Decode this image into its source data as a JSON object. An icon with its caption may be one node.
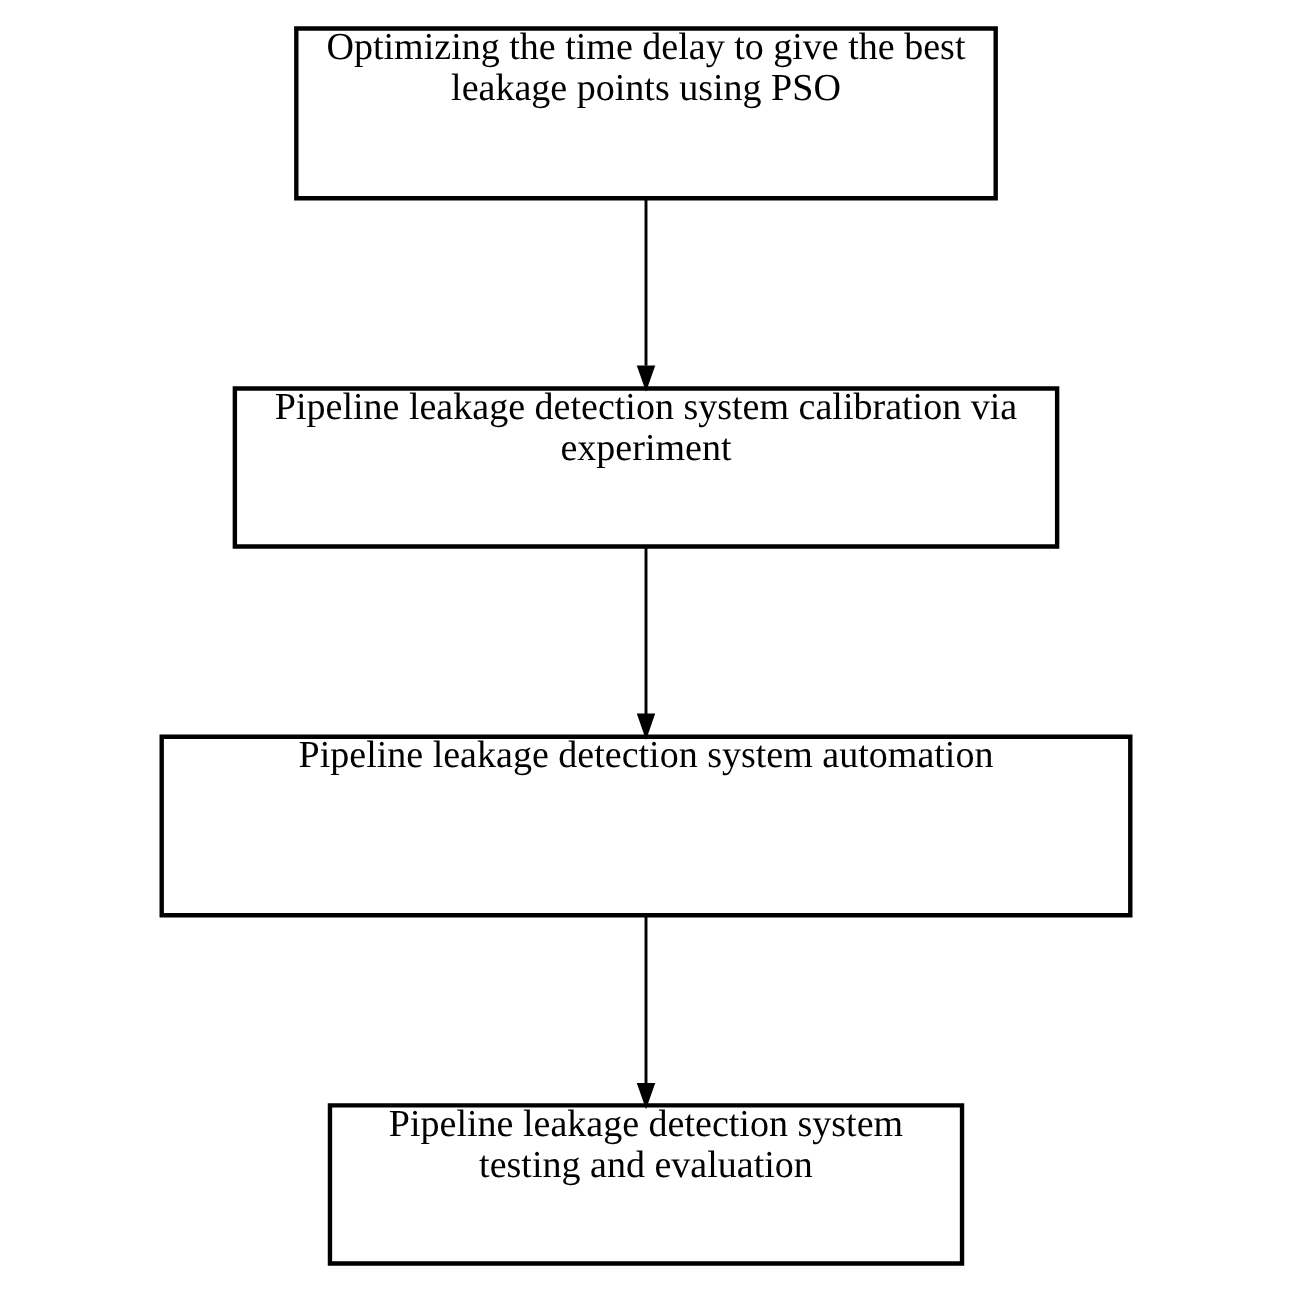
{
  "diagram": {
    "nodes": [
      {
        "text": [
          "Optimizing the time delay to give the best leakage points using PSO"
        ]
      },
      {
        "text": [
          "Pipeline leakage detection system calibration via experiment"
        ]
      },
      {
        "text": [
          "Pipeline leakage detection system automation"
        ]
      },
      {
        "text": [
          "Pipeline leakage detection system testing and evaluation"
        ]
      }
    ],
    "edges": [
      {
        "from": 0,
        "to": 1,
        "arrow": "to"
      },
      {
        "from": 1,
        "to": 2,
        "arrow": "to"
      },
      {
        "from": 2,
        "to": 3,
        "arrow": "to"
      }
    ]
  }
}
